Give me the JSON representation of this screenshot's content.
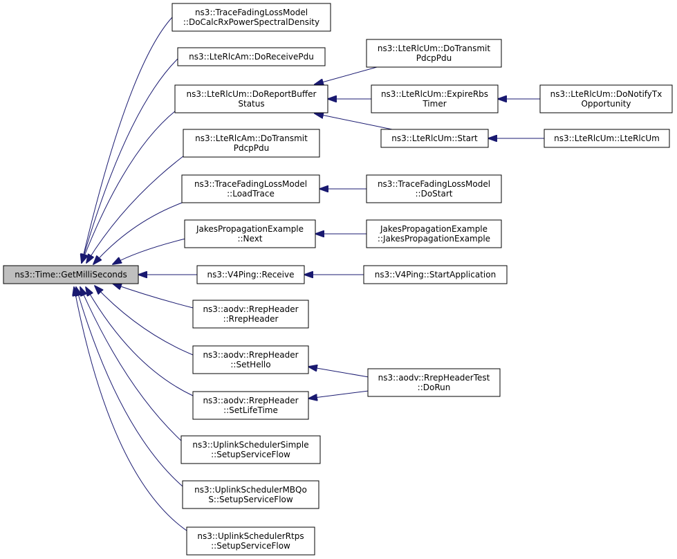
{
  "nodes": [
    {
      "id": "root",
      "lines": [
        "ns3::Time::GetMilliSeconds"
      ],
      "root": true
    },
    {
      "id": "n1",
      "lines": [
        "ns3::TraceFadingLossModel",
        "::DoCalcRxPowerSpectralDensity"
      ]
    },
    {
      "id": "n2",
      "lines": [
        "ns3::LteRlcAm::DoReceivePdu"
      ]
    },
    {
      "id": "n3",
      "lines": [
        "ns3::LteRlcUm::DoReportBuffer",
        "Status"
      ]
    },
    {
      "id": "n4",
      "lines": [
        "ns3::LteRlcAm::DoTransmit",
        "PdcpPdu"
      ]
    },
    {
      "id": "n5",
      "lines": [
        "ns3::TraceFadingLossModel",
        "::LoadTrace"
      ]
    },
    {
      "id": "n6",
      "lines": [
        "JakesPropagationExample",
        "::Next"
      ]
    },
    {
      "id": "n7",
      "lines": [
        "ns3::V4Ping::Receive"
      ]
    },
    {
      "id": "n8",
      "lines": [
        "ns3::aodv::RrepHeader",
        "::RrepHeader"
      ]
    },
    {
      "id": "n9",
      "lines": [
        "ns3::aodv::RrepHeader",
        "::SetHello"
      ]
    },
    {
      "id": "n10",
      "lines": [
        "ns3::aodv::RrepHeader",
        "::SetLifeTime"
      ]
    },
    {
      "id": "n11",
      "lines": [
        "ns3::UplinkSchedulerSimple",
        "::SetupServiceFlow"
      ]
    },
    {
      "id": "n12",
      "lines": [
        "ns3::UplinkSchedulerMBQo",
        "S::SetupServiceFlow"
      ]
    },
    {
      "id": "n13",
      "lines": [
        "ns3::UplinkSchedulerRtps",
        "::SetupServiceFlow"
      ]
    },
    {
      "id": "n14",
      "lines": [
        "ns3::LteRlcUm::DoTransmit",
        "PdcpPdu"
      ]
    },
    {
      "id": "n15",
      "lines": [
        "ns3::LteRlcUm::ExpireRbs",
        "Timer"
      ]
    },
    {
      "id": "n16",
      "lines": [
        "ns3::LteRlcUm::Start"
      ]
    },
    {
      "id": "n17",
      "lines": [
        "ns3::LteRlcUm::DoNotifyTx",
        "Opportunity"
      ]
    },
    {
      "id": "n18",
      "lines": [
        "ns3::LteRlcUm::LteRlcUm"
      ]
    },
    {
      "id": "n19",
      "lines": [
        "ns3::TraceFadingLossModel",
        "::DoStart"
      ]
    },
    {
      "id": "n20",
      "lines": [
        "JakesPropagationExample",
        "::JakesPropagationExample"
      ]
    },
    {
      "id": "n21",
      "lines": [
        "ns3::V4Ping::StartApplication"
      ]
    },
    {
      "id": "n22",
      "lines": [
        "ns3::aodv::RrepHeaderTest",
        "::DoRun"
      ]
    }
  ],
  "edges": [
    {
      "from": "n1",
      "to": "root"
    },
    {
      "from": "n2",
      "to": "root"
    },
    {
      "from": "n3",
      "to": "root"
    },
    {
      "from": "n4",
      "to": "root"
    },
    {
      "from": "n5",
      "to": "root"
    },
    {
      "from": "n6",
      "to": "root"
    },
    {
      "from": "n7",
      "to": "root"
    },
    {
      "from": "n8",
      "to": "root"
    },
    {
      "from": "n9",
      "to": "root"
    },
    {
      "from": "n10",
      "to": "root"
    },
    {
      "from": "n11",
      "to": "root"
    },
    {
      "from": "n12",
      "to": "root"
    },
    {
      "from": "n13",
      "to": "root"
    },
    {
      "from": "n14",
      "to": "n3"
    },
    {
      "from": "n15",
      "to": "n3"
    },
    {
      "from": "n16",
      "to": "n3"
    },
    {
      "from": "n17",
      "to": "n15"
    },
    {
      "from": "n18",
      "to": "n16"
    },
    {
      "from": "n19",
      "to": "n5"
    },
    {
      "from": "n20",
      "to": "n6"
    },
    {
      "from": "n21",
      "to": "n7"
    },
    {
      "from": "n22",
      "to": "n9"
    },
    {
      "from": "n22",
      "to": "n10"
    }
  ]
}
